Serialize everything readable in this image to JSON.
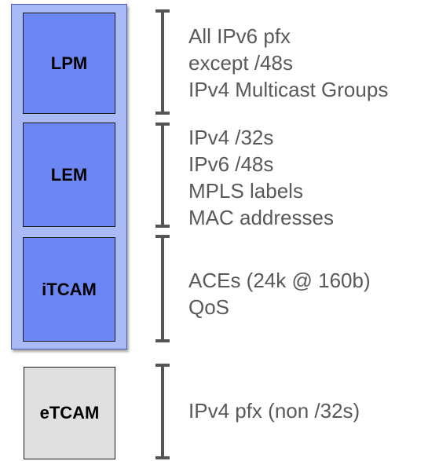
{
  "blocks": {
    "lpm": {
      "label": "LPM",
      "lines": [
        "All IPv6 pfx",
        "except /48s",
        "IPv4 Multicast Groups"
      ]
    },
    "lem": {
      "label": "LEM",
      "lines": [
        "IPv4 /32s",
        "IPv6 /48s",
        "MPLS labels",
        "MAC addresses"
      ]
    },
    "itcam": {
      "label": "iTCAM",
      "lines": [
        "ACEs (24k @ 160b)",
        "QoS"
      ]
    },
    "etcam": {
      "label": "eTCAM",
      "lines": [
        "IPv4 pfx (non /32s)"
      ]
    }
  },
  "colors": {
    "container": "#a9baf6",
    "internal_block": "#6c86f4",
    "external_block": "#e0e0e0",
    "bracket": "#555555",
    "text": "#595959"
  }
}
